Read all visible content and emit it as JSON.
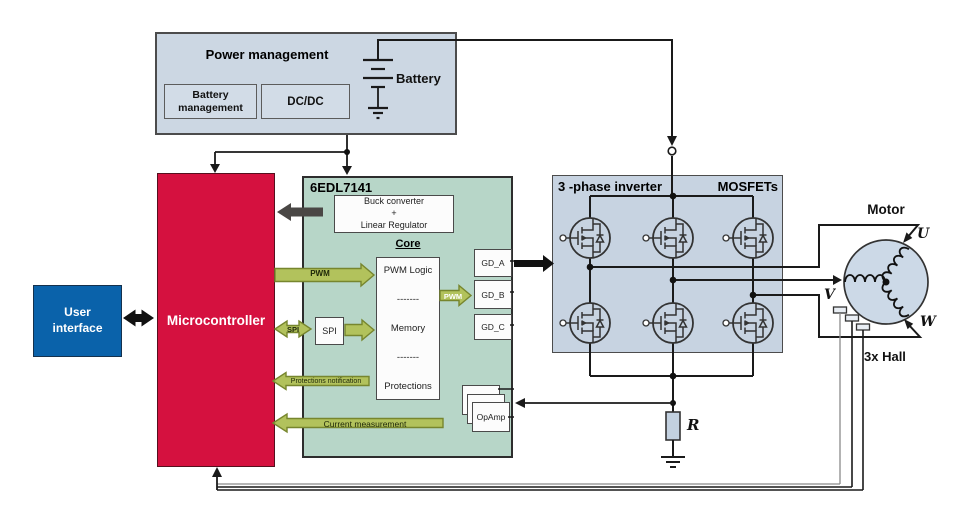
{
  "colors": {
    "block_blue": "#ccd7e3",
    "chip_green": "#b7d6c8",
    "mcu_red": "#d5113f",
    "ui_blue": "#0a62aa",
    "arrow_green": "#b2c25c",
    "arrow_green_border": "#77862e",
    "dark_arrow_gray": "#4a4745",
    "wire_black": "#1a1a1a"
  },
  "power": {
    "title": "Power management",
    "battery_management": "Battery management",
    "dcdc": "DC/DC",
    "battery_label": "Battery"
  },
  "user_interface": {
    "label": "User interface"
  },
  "microcontroller": {
    "label": "Microcontroller"
  },
  "chip": {
    "title": "6EDL7141",
    "buck_lines": [
      "Buck converter",
      "+",
      "Linear Regulator"
    ],
    "core_title": "Core",
    "core_items": [
      "PWM Logic",
      "-------",
      "Memory",
      "-------",
      "Protections"
    ],
    "spi_box": "SPI",
    "gd": [
      "GD_A",
      "GD_B",
      "GD_C"
    ],
    "opamp": "OpAmp"
  },
  "signals": {
    "pwm_in": "PWM",
    "spi_in": "SPI",
    "pwm_internal": "PWM",
    "protections_notification": "Protections notification",
    "current_measurement": "Current measurement"
  },
  "inverter": {
    "title": "3 -phase inverter",
    "subtitle": "MOSFETs"
  },
  "motor": {
    "title": "Motor",
    "phase_u": "U",
    "phase_v": "V",
    "phase_w": "W",
    "hall_label": "3x Hall"
  },
  "shunt": {
    "label": "R"
  }
}
